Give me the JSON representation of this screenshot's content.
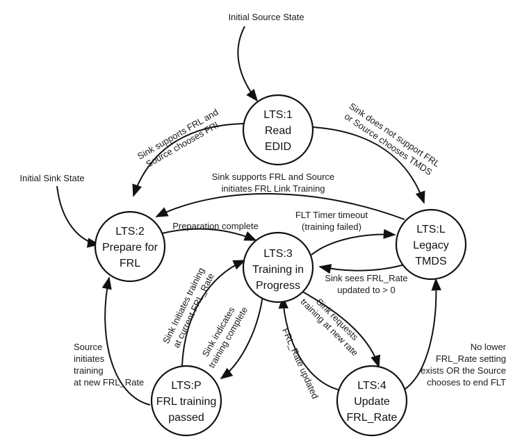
{
  "states": {
    "read_edid": [
      "LTS:1",
      "Read",
      "EDID"
    ],
    "prepare_frl": [
      "LTS:2",
      "Prepare for",
      "FRL"
    ],
    "training": [
      "LTS:3",
      "Training in",
      "Progress"
    ],
    "legacy": [
      "LTS:L",
      "Legacy",
      "TMDS"
    ],
    "passed": [
      "LTS:P",
      "FRL training",
      "passed"
    ],
    "update": [
      "LTS:4",
      "Update",
      "FRL_Rate"
    ]
  },
  "entry_labels": {
    "source": "Initial Source State",
    "sink": "Initial Sink State"
  },
  "transitions": {
    "read_to_prepare": [
      "Sink supports FRL and",
      "Source chooses FRL"
    ],
    "read_to_legacy": [
      "Sink does not support FRL",
      "or Source chooses TMDS"
    ],
    "legacy_to_prepare": [
      "Sink supports FRL and Source",
      "initiates FRL Link Training"
    ],
    "prepare_to_training": "Preparation complete",
    "training_to_legacy": [
      "FLT Timer timeout",
      "(training failed)"
    ],
    "legacy_to_training": [
      "Sink sees FRL_Rate",
      "updated to > 0"
    ],
    "passed_to_training": [
      "Sink Initiates training",
      "at current FRL_Rate"
    ],
    "training_to_passed": [
      "Sink indicates",
      "training complete"
    ],
    "training_to_update": [
      "Sink requests",
      "training at new rate"
    ],
    "update_to_training": "FRL_Rate updated",
    "passed_to_prepare": [
      "Source",
      "initiates",
      "training",
      "at new FRL_Rate"
    ],
    "update_to_legacy": [
      "No lower",
      "FRL_Rate setting",
      "exists OR the Source",
      "chooses to end FLT"
    ]
  }
}
